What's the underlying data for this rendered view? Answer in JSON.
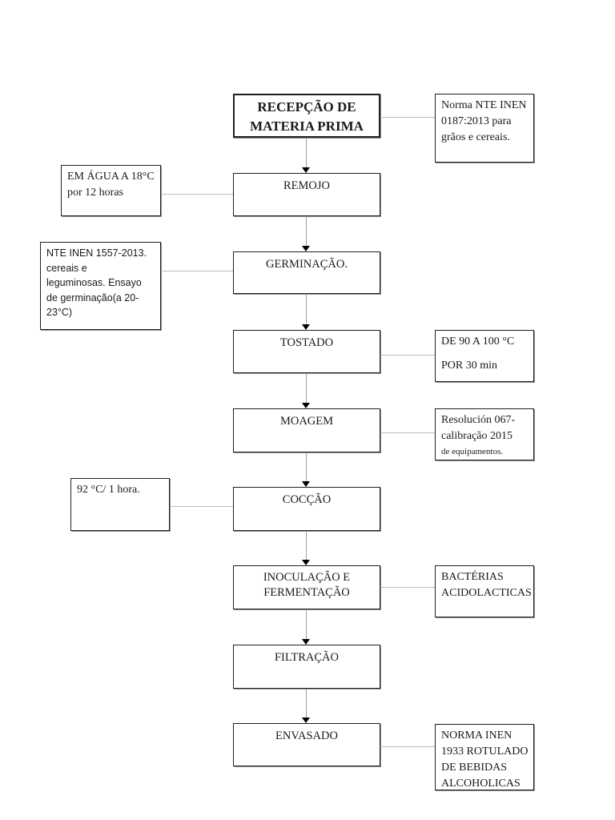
{
  "flow": {
    "title": {
      "lines": [
        "RECEPÇÃO DE",
        "MATERIA PRIMA"
      ]
    },
    "steps": [
      {
        "label_lines": [
          "REMOJO"
        ]
      },
      {
        "label_lines": [
          "GERMINAÇÃO."
        ]
      },
      {
        "label_lines": [
          "TOSTADO"
        ]
      },
      {
        "label_lines": [
          "MOAGEM"
        ]
      },
      {
        "label_lines": [
          "COCÇÃO"
        ]
      },
      {
        "label_lines": [
          "INOCULAÇÃO E",
          "FERMENTAÇÃO"
        ]
      },
      {
        "label_lines": [
          "FILTRAÇÃO"
        ]
      },
      {
        "label_lines": [
          "ENVASADO"
        ]
      }
    ],
    "left_notes": [
      {
        "connects_to": "REMOJO",
        "lines": [
          "EM ÁGUA A 18°C",
          "por 12 horas"
        ]
      },
      {
        "connects_to": "GERMINAÇÃO.",
        "lines": [
          "NTE INEN 1557-2013.",
          "cereais e",
          "leguminosas. Ensayo",
          "de germinação(a 20-",
          "23°C)"
        ]
      },
      {
        "connects_to": "COCÇÃO",
        "lines": [
          "92 °C/ 1 hora."
        ]
      }
    ],
    "right_notes": [
      {
        "connects_to": "RECEPÇÃO DE MATERIA PRIMA",
        "lines": [
          "Norma NTE INEN",
          "0187:2013 para",
          "grãos e cereais."
        ]
      },
      {
        "connects_to": "TOSTADO",
        "lines": [
          "DE 90 A 100 °C",
          "POR 30 min"
        ]
      },
      {
        "connects_to": "MOAGEM",
        "lines": [
          "Resolución 067-",
          "calibração 2015"
        ],
        "small_line": "de equipamentos."
      },
      {
        "connects_to": "INOCULAÇÃO E FERMENTAÇÃO",
        "lines": [
          "BACTÉRIAS",
          "ACIDOLACTICAS"
        ]
      },
      {
        "connects_to": "ENVASADO",
        "lines": [
          "NORMA INEN",
          "1933 ROTULADO",
          "DE BEBIDAS",
          "ALCOHOLICAS"
        ]
      }
    ],
    "colors": {
      "box_border": "#1f1f1f",
      "box_shadow": "#8f8f8f",
      "vertical_connector": "#9e9e9e",
      "horizontal_connector": "#bdbdbd",
      "arrowhead": "#000000"
    }
  }
}
